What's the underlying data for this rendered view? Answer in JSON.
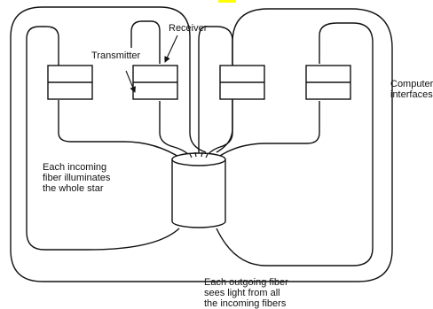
{
  "labels": {
    "receiver": "Receiver",
    "transmitter": "Transmitter",
    "computer_interfaces": "Computer\ninterfaces",
    "incoming": "Each incoming\nfiber illuminates\nthe whole star",
    "outgoing": "Each outgoing fiber\nsees light from all\nthe incoming fibers"
  },
  "colors": {
    "line": "#111111",
    "background": "#ffffff",
    "box_fill": "#ffffff",
    "highlight": "#ffff00"
  }
}
